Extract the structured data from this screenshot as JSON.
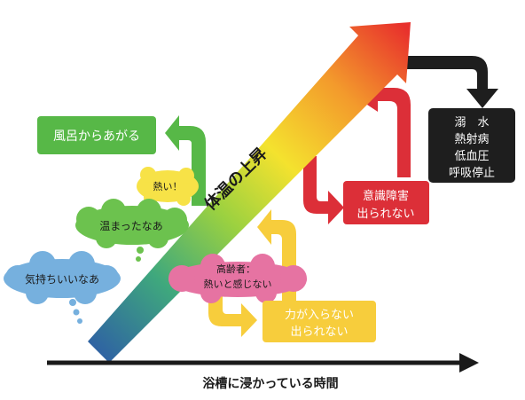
{
  "diagram": {
    "rising_label": "体温の上昇",
    "x_axis_label": "浴槽に浸かっている時間",
    "feelings": {
      "kimochi": "気持ちいいなあ",
      "atatamatta": "温まったなあ",
      "atsui": "熱い！"
    },
    "boxes": {
      "furo": "風呂からあがる",
      "chikara_line1": "力が入らない",
      "chikara_line2": "出られない",
      "ishiki_line1": "意識障害",
      "ishiki_line2": "出られない",
      "danger_lines": [
        "溺　水",
        "熱射病",
        "低血圧",
        "呼吸停止"
      ]
    },
    "elderly": {
      "line1": "高齢者：",
      "line2": "熱いと感じない"
    },
    "colors": {
      "green": "#57b847",
      "red": "#dc2f38",
      "yellow": "#f7cd3c",
      "black": "#1e1e1e",
      "bubble_blue": "#76b0de",
      "bubble_green": "#6cc24e",
      "bubble_pink": "#e673a2"
    }
  }
}
